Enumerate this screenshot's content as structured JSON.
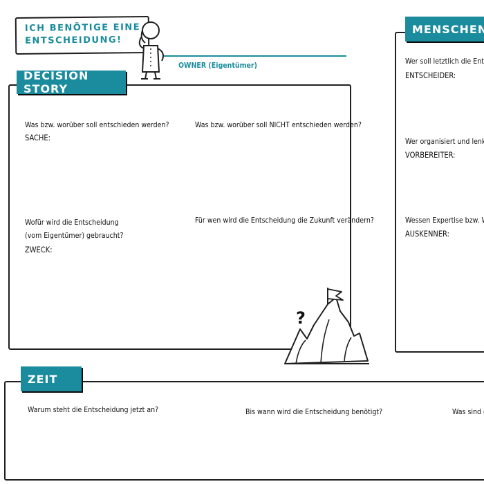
{
  "header": {
    "title_line1": "ICH BENÖTIGE EINE",
    "title_line2": "ENTSCHEIDUNG!",
    "owner_label": "OWNER (Eigentümer)"
  },
  "decision_story": {
    "title": "DECISION STORY",
    "q1": "Was bzw. worüber soll entschieden werden?",
    "q1_field": "SACHE:",
    "q2": "Was bzw. worüber soll NICHT entschieden werden?",
    "q3_line1": "Wofür wird die Entscheidung",
    "q3_line2": "(vom Eigentümer) gebraucht?",
    "q3_field": "ZWECK:",
    "q4": "Für wen wird die Entscheidung die Zukunft verändern?"
  },
  "menschen": {
    "title": "MENSCHEN",
    "q1": "Wer soll letztlich die Entscheid",
    "q1_field": "ENTSCHEIDER:",
    "q2": "Wer organisiert und lenkt die V",
    "q2_field": "VORBEREITER:",
    "q3": "Wessen Expertise bzw. Wissen",
    "q3_field": "AUSKENNER:"
  },
  "zeit": {
    "title": "ZEIT",
    "q1": "Warum steht die Entscheidung jetzt an?",
    "q2": "Bis wann wird die Entscheidung benötigt?",
    "q3": "Was sind die"
  },
  "illustration": {
    "mountain_mark": "?"
  },
  "colors": {
    "teal": "#1a8c9d",
    "ink": "#1f1f1f"
  }
}
